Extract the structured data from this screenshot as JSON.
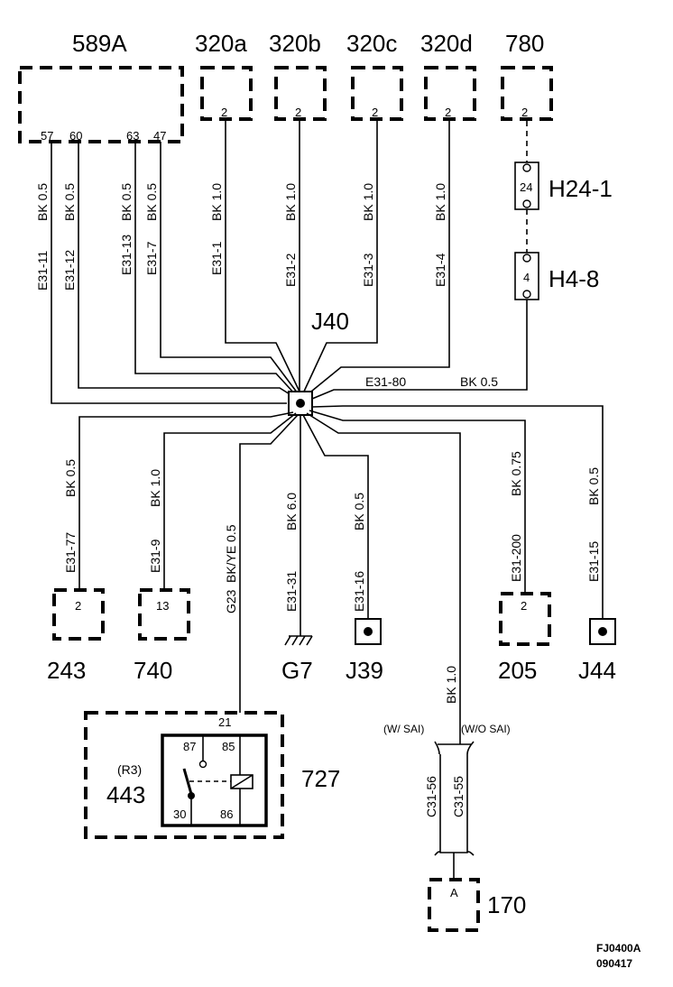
{
  "components": {
    "c589a": {
      "label": "589A",
      "pins": [
        "57",
        "60",
        "63",
        "47"
      ]
    },
    "c320a": {
      "label": "320a",
      "pin": "2"
    },
    "c320b": {
      "label": "320b",
      "pin": "2"
    },
    "c320c": {
      "label": "320c",
      "pin": "2"
    },
    "c320d": {
      "label": "320d",
      "pin": "2"
    },
    "c780": {
      "label": "780",
      "pin": "2"
    },
    "c243": {
      "label": "243",
      "pin": "2"
    },
    "c740": {
      "label": "740",
      "pin": "13"
    },
    "c205": {
      "label": "205",
      "pin": "2"
    },
    "c170": {
      "label": "170",
      "pin": "A"
    },
    "c727": {
      "label": "727",
      "pin": "21"
    }
  },
  "connectors": {
    "h24_1": {
      "label": "H24-1",
      "pin": "24"
    },
    "h4_8": {
      "label": "H4-8",
      "pin": "4"
    }
  },
  "junctions": {
    "j40": "J40",
    "j39": "J39",
    "j44": "J44"
  },
  "ground": {
    "label": "G7"
  },
  "relay": {
    "ref": "(R3)",
    "number": "443",
    "pins": {
      "p87": "87",
      "p85": "85",
      "p30": "30",
      "p86": "86"
    }
  },
  "wires": {
    "w_e31_11": {
      "id": "E31-11",
      "spec": "BK  0.5"
    },
    "w_e31_12": {
      "id": "E31-12",
      "spec": "BK  0.5"
    },
    "w_e31_13": {
      "id": "E31-13",
      "spec": "BK  0.5"
    },
    "w_e31_7": {
      "id": "E31-7",
      "spec": "BK  0.5"
    },
    "w_e31_1": {
      "id": "E31-1",
      "spec": "BK  1.0"
    },
    "w_e31_2": {
      "id": "E31-2",
      "spec": "BK  1.0"
    },
    "w_e31_3": {
      "id": "E31-3",
      "spec": "BK  1.0"
    },
    "w_e31_4": {
      "id": "E31-4",
      "spec": "BK  1.0"
    },
    "w_e31_80": {
      "id": "E31-80",
      "spec": "BK  0.5"
    },
    "w_e31_77": {
      "id": "E31-77",
      "spec": "BK  0.5"
    },
    "w_e31_9": {
      "id": "E31-9",
      "spec": "BK  1.0"
    },
    "w_g23": {
      "id": "G23",
      "spec": "BK/YE   0.5"
    },
    "w_e31_31": {
      "id": "E31-31",
      "spec": "BK  6.0"
    },
    "w_e31_16": {
      "id": "E31-16",
      "spec": "BK  0.5"
    },
    "w_e31_200": {
      "id": "E31-200",
      "spec": "BK  0.75"
    },
    "w_e31_15": {
      "id": "E31-15",
      "spec": "BK  0.5"
    },
    "w_bk10": {
      "spec": "BK  1.0"
    },
    "w_c31_56": {
      "id": "C31-56"
    },
    "w_c31_55": {
      "id": "C31-55"
    }
  },
  "options": {
    "with_sai": "(W/ SAI)",
    "without_sai": "(W/O SAI)"
  },
  "footer": {
    "code": "FJ0400A",
    "date": "090417"
  }
}
